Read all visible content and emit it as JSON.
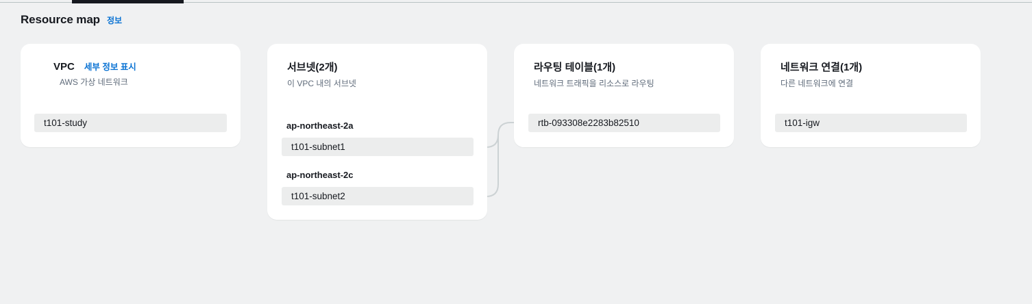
{
  "header": {
    "title": "Resource map",
    "info_label": "정보"
  },
  "theme": {
    "page_background": "#f0f1f2",
    "card_background": "#ffffff",
    "pill_background": "#eceded",
    "link_color": "#0972d3",
    "text_color": "#16191f",
    "muted_text_color": "#5f6b7a",
    "connector_color": "#ccd2d4",
    "active_tab_color": "#16191f"
  },
  "cards": [
    {
      "id": "vpc",
      "title": "VPC",
      "detail_link": "세부 정보 표시",
      "subtitle": "AWS 가상 네트워크",
      "resources": [
        {
          "label": "t101-study"
        }
      ]
    },
    {
      "id": "subnet",
      "title": "서브넷(2개)",
      "subtitle": "이 VPC 내의 서브넷",
      "groups": [
        {
          "az": "ap-northeast-2a",
          "resources": [
            {
              "label": "t101-subnet1"
            }
          ]
        },
        {
          "az": "ap-northeast-2c",
          "resources": [
            {
              "label": "t101-subnet2"
            }
          ]
        }
      ]
    },
    {
      "id": "route-table",
      "title": "라우팅 테이블(1개)",
      "subtitle": "네트워크 트래픽을 리소스로 라우팅",
      "resources": [
        {
          "label": "rtb-093308e2283b82510"
        }
      ]
    },
    {
      "id": "network-connection",
      "title": "네트워크 연결(1개)",
      "subtitle": "다른 네트워크에 연결",
      "resources": [
        {
          "label": "t101-igw"
        }
      ]
    }
  ]
}
